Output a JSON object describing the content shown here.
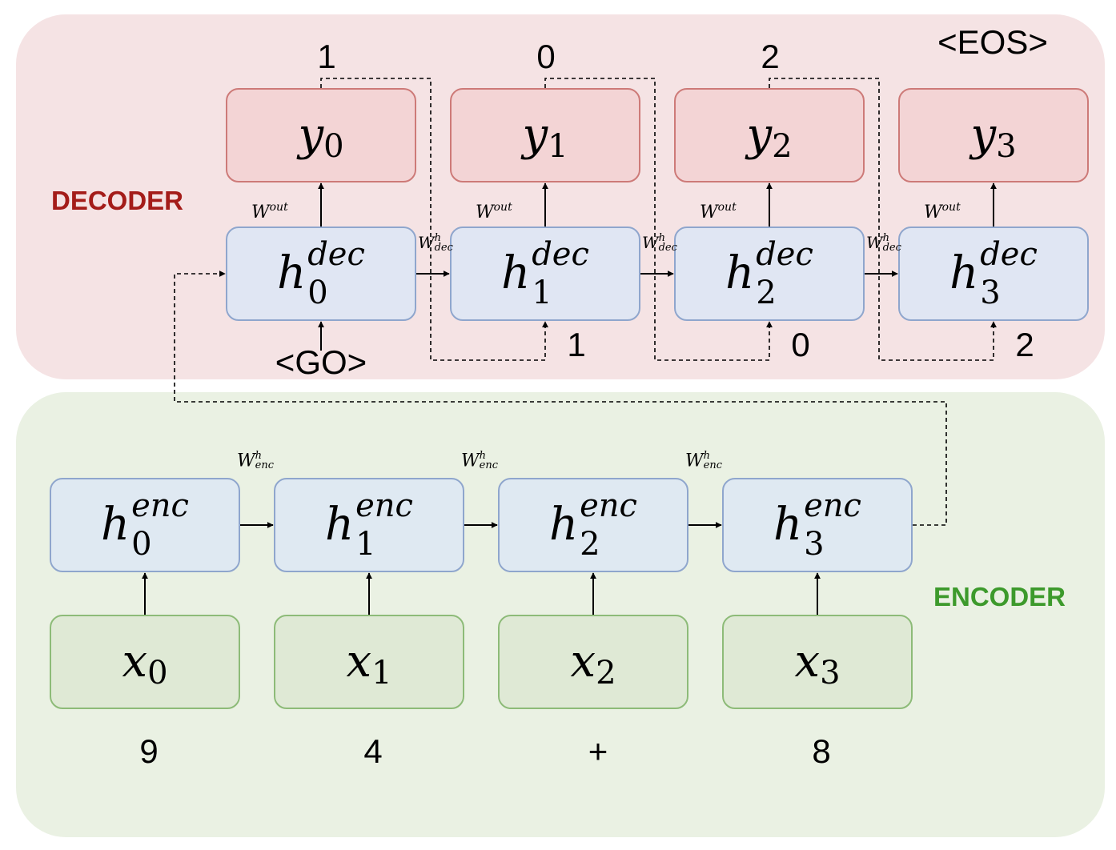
{
  "decoder": {
    "label": "DECODER",
    "outputs": [
      {
        "base": "y",
        "sub": "0"
      },
      {
        "base": "y",
        "sub": "1"
      },
      {
        "base": "y",
        "sub": "2"
      },
      {
        "base": "y",
        "sub": "3"
      }
    ],
    "hidden": [
      {
        "base": "h",
        "sup": "dec",
        "sub": "0"
      },
      {
        "base": "h",
        "sup": "dec",
        "sub": "1"
      },
      {
        "base": "h",
        "sup": "dec",
        "sub": "2"
      },
      {
        "base": "h",
        "sup": "dec",
        "sub": "3"
      }
    ],
    "output_tokens": [
      "1",
      "0",
      "2",
      "<EOS>"
    ],
    "input_tokens": [
      "<GO>",
      "1",
      "0",
      "2"
    ],
    "w_out": {
      "base": "W",
      "sup": "out"
    },
    "w_h": {
      "base": "W",
      "sup": "h",
      "sub": "dec"
    }
  },
  "encoder": {
    "label": "ENCODER",
    "hidden": [
      {
        "base": "h",
        "sup": "enc",
        "sub": "0"
      },
      {
        "base": "h",
        "sup": "enc",
        "sub": "1"
      },
      {
        "base": "h",
        "sup": "enc",
        "sub": "2"
      },
      {
        "base": "h",
        "sup": "enc",
        "sub": "3"
      }
    ],
    "inputs": [
      {
        "base": "x",
        "sub": "0"
      },
      {
        "base": "x",
        "sub": "1"
      },
      {
        "base": "x",
        "sub": "2"
      },
      {
        "base": "x",
        "sub": "3"
      }
    ],
    "input_tokens": [
      "9",
      "4",
      "+",
      "8"
    ],
    "w_h": {
      "base": "W",
      "sup": "h",
      "sub": "enc"
    }
  },
  "colors": {
    "decoder_panel": "#f5e3e4",
    "encoder_panel": "#eaf1e3",
    "decoder_label": "#a41c19",
    "encoder_label": "#3d9a2c",
    "output_node": "#f3d4d5",
    "hidden_node": "#e0e6f3",
    "input_node": "#dfe9d5"
  }
}
